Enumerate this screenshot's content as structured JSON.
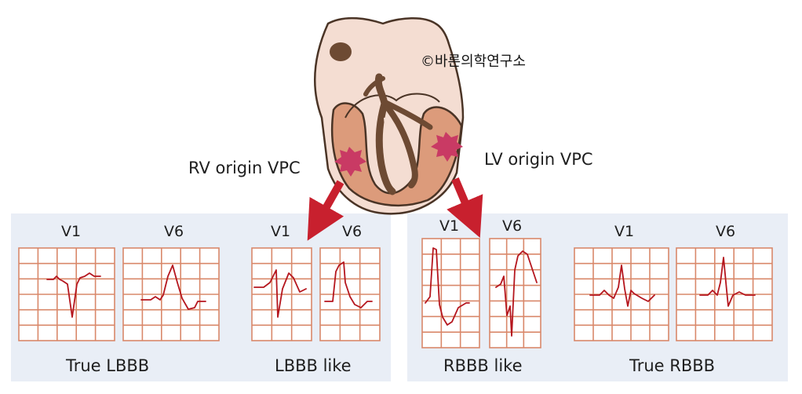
{
  "watermark": "©바른의학연구소",
  "labels": {
    "rv_origin": "RV origin VPC",
    "lv_origin": "LV origin VPC"
  },
  "panels": {
    "left": {
      "groups": [
        {
          "caption": "True LBBB",
          "leads": [
            "V1",
            "V6"
          ]
        },
        {
          "caption": "LBBB like",
          "leads": [
            "V1",
            "V6"
          ]
        }
      ]
    },
    "right": {
      "groups": [
        {
          "caption": "RBBB like",
          "leads": [
            "V1",
            "V6"
          ]
        },
        {
          "caption": "True RBBB",
          "leads": [
            "V1",
            "V6"
          ]
        }
      ]
    }
  },
  "colors": {
    "panel_bg": "#e9eef6",
    "grid": "#d9886a",
    "ecg_trace": "#b5161e",
    "arrow": "#c8202e",
    "focus": "#c93a64",
    "heart_outer": "#f4ddd2",
    "myocardium": "#dc9b7b",
    "outline": "#4a3426"
  }
}
